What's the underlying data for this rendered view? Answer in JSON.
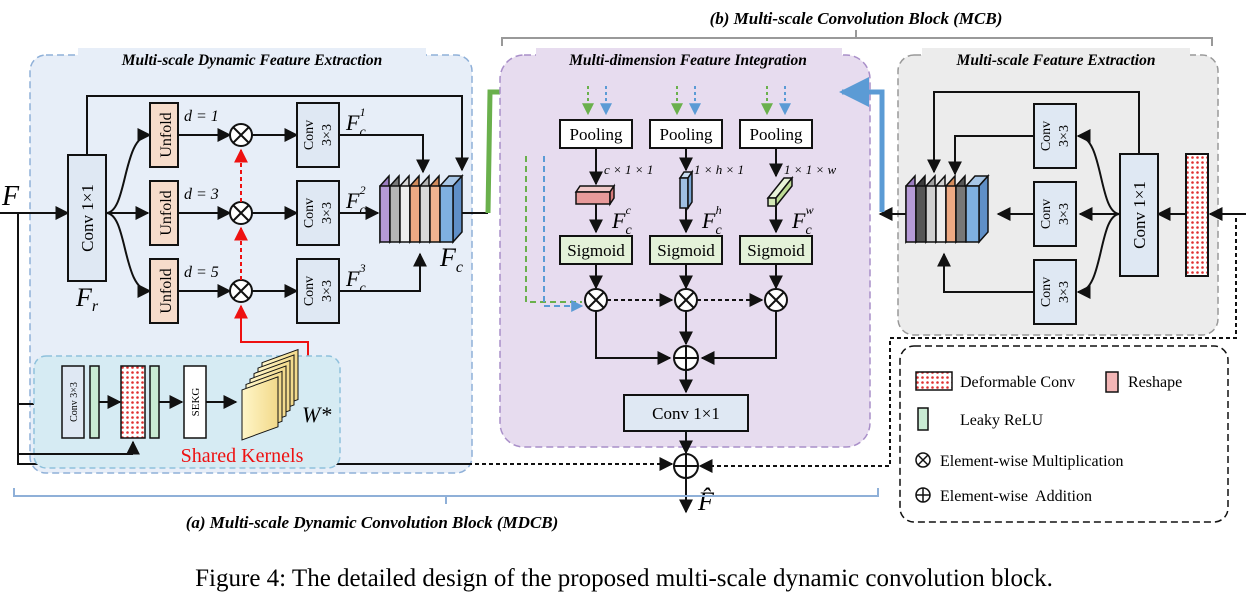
{
  "caption": "Figure 4: The detailed design of the proposed multi-scale dynamic convolution block.",
  "mcb_title": "(b) Multi-scale Convolution Block (MCB)",
  "mdcb_title": "(a) Multi-scale Dynamic Convolution Block (MDCB)",
  "msdfe": {
    "title": "Multi-scale Dynamic Feature Extraction",
    "input": "F",
    "conv1x1": "Conv 1×1",
    "fr_base": "F",
    "fr_sub": "r",
    "unfold": "Unfold",
    "d_labels": [
      "d = 1",
      "d = 3",
      "d = 5"
    ],
    "conv_top": "Conv",
    "conv_bot": "3×3",
    "fc_base": "F",
    "fc_sub": "c",
    "fc_sups": [
      "1",
      "2",
      "3"
    ],
    "shared_kernels": "Shared Kernels",
    "small_conv": "Conv 3×3",
    "sekg": "SEKG",
    "w_star": "W*"
  },
  "mdfi": {
    "title": "Multi-dimension Feature Integration",
    "pooling": "Pooling",
    "dims": [
      "c × 1 × 1",
      "1 × h × 1",
      "1 × 1 × w"
    ],
    "sups": [
      "c",
      "h",
      "w"
    ],
    "sigmoid": "Sigmoid",
    "conv1x1": "Conv 1×1",
    "output_base": "F̂"
  },
  "msfe": {
    "title": "Multi-scale Feature Extraction",
    "conv1x1": "Conv 1×1",
    "conv_top": "Conv",
    "conv_bot": "3×3"
  },
  "legend": {
    "deformable": "Deformable Conv",
    "reshape": "Reshape",
    "leaky": "Leaky ReLU",
    "mult": "Element-wise Multiplication",
    "add": "Element-wise  Addition"
  },
  "colors": {
    "mdcb_bg": "#e7eef8",
    "mdcb_border": "#8fb0d8",
    "mdfi_bg": "#e7dcef",
    "mdfi_border": "#a98fc9",
    "msfe_bg": "#ececec",
    "msfe_border": "#999999",
    "shared_bg": "#d6ebf3",
    "unfold": "#f6dccb",
    "conv": "#dfe8f3",
    "sigmoid": "#e4f2d9",
    "pink": "#f3b6b6",
    "green_arrow": "#6ab04c",
    "blue_arrow": "#5b9bd5",
    "red": "#ee1111"
  }
}
